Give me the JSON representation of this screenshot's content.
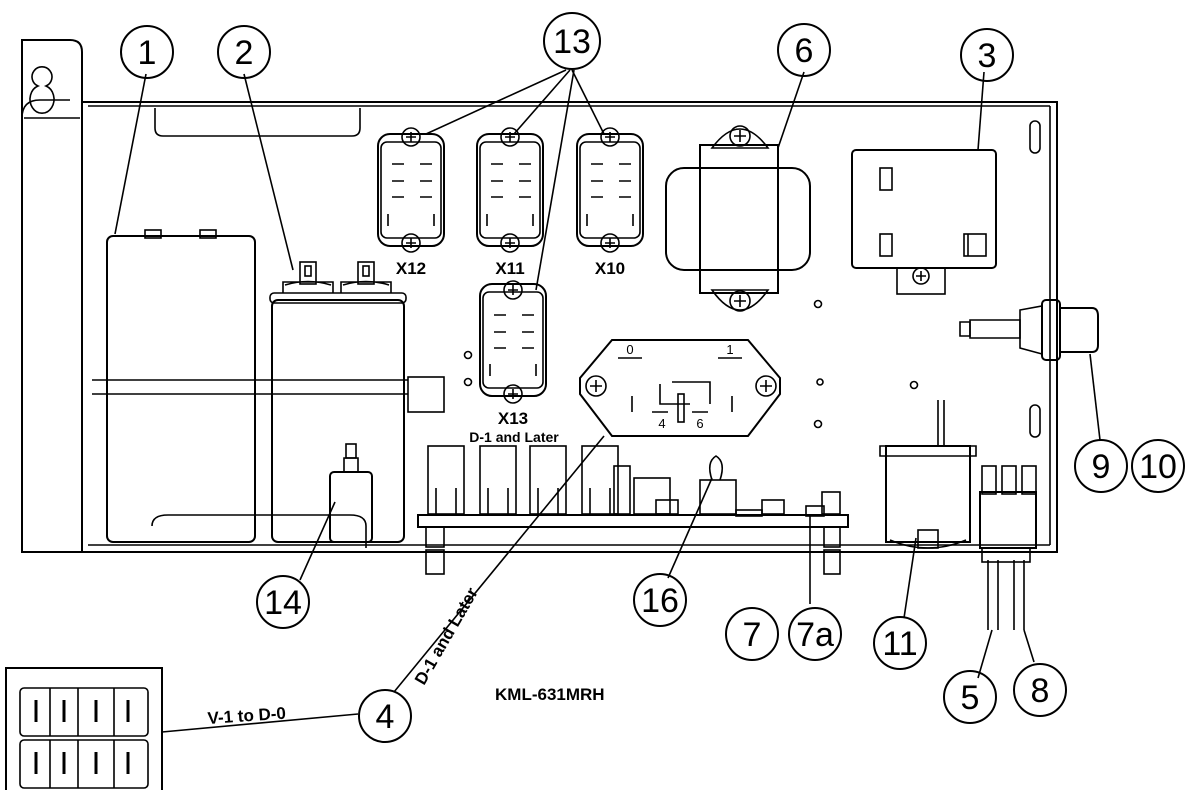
{
  "diagram": {
    "model": "KML-631MRH",
    "callouts": {
      "c1": "1",
      "c2": "2",
      "c13": "13",
      "c6": "6",
      "c3": "3",
      "c9": "9",
      "c10": "10",
      "c14": "14",
      "c16": "16",
      "c7": "7",
      "c7a": "7a",
      "c11": "11",
      "c5": "5",
      "c8": "8",
      "c4": "4"
    },
    "relay_labels": {
      "x12": "X12",
      "x11": "X11",
      "x10": "X10",
      "x13": "X13"
    },
    "notes": {
      "x13_note": "D-1 and Later",
      "leader_note": "D-1 and Later",
      "old_version": "V-1 to D-0"
    },
    "terminal_labels": {
      "t0": "0",
      "t1": "1",
      "t4": "4",
      "t6": "6"
    }
  }
}
